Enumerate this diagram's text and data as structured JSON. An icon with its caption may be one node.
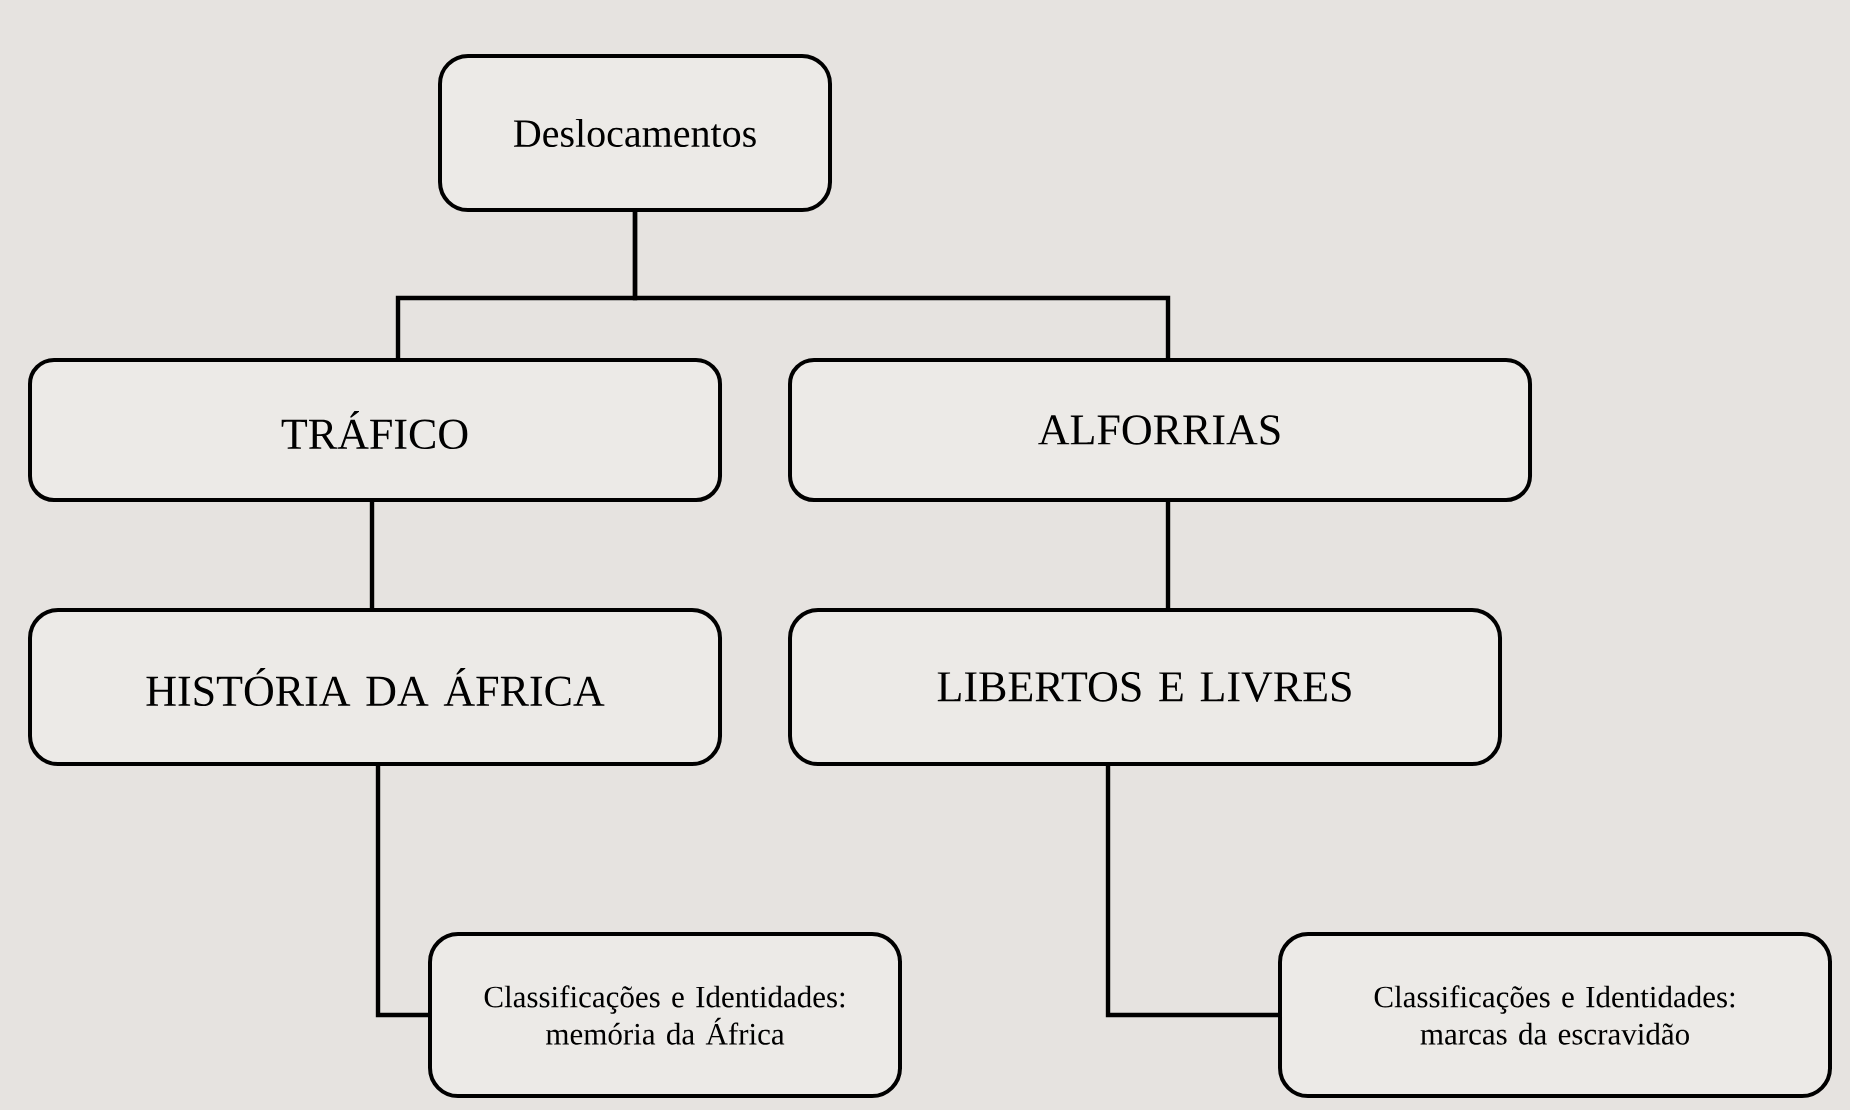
{
  "diagram": {
    "nodes": [
      {
        "text": [
          "Deslocamentos"
        ]
      },
      {
        "text": [
          "TRÁFICO"
        ]
      },
      {
        "text": [
          "ALFORRIAS"
        ]
      },
      {
        "text": [
          "HISTÓRIA DA ÁFRICA"
        ]
      },
      {
        "text": [
          "LIBERTOS E LIVRES"
        ]
      },
      {
        "text": [
          "Classificações e Identidades: memória da África"
        ]
      },
      {
        "text": [
          "Classificações e Identidades: marcas da escravidão"
        ]
      }
    ],
    "edges": [
      {
        "from": 0,
        "to": 1,
        "arrow": "none"
      },
      {
        "from": 0,
        "to": 2,
        "arrow": "none"
      },
      {
        "from": 1,
        "to": 3,
        "arrow": "none"
      },
      {
        "from": 2,
        "to": 4,
        "arrow": "none"
      },
      {
        "from": 3,
        "to": 5,
        "arrow": "none"
      },
      {
        "from": 4,
        "to": 6,
        "arrow": "none"
      }
    ]
  }
}
